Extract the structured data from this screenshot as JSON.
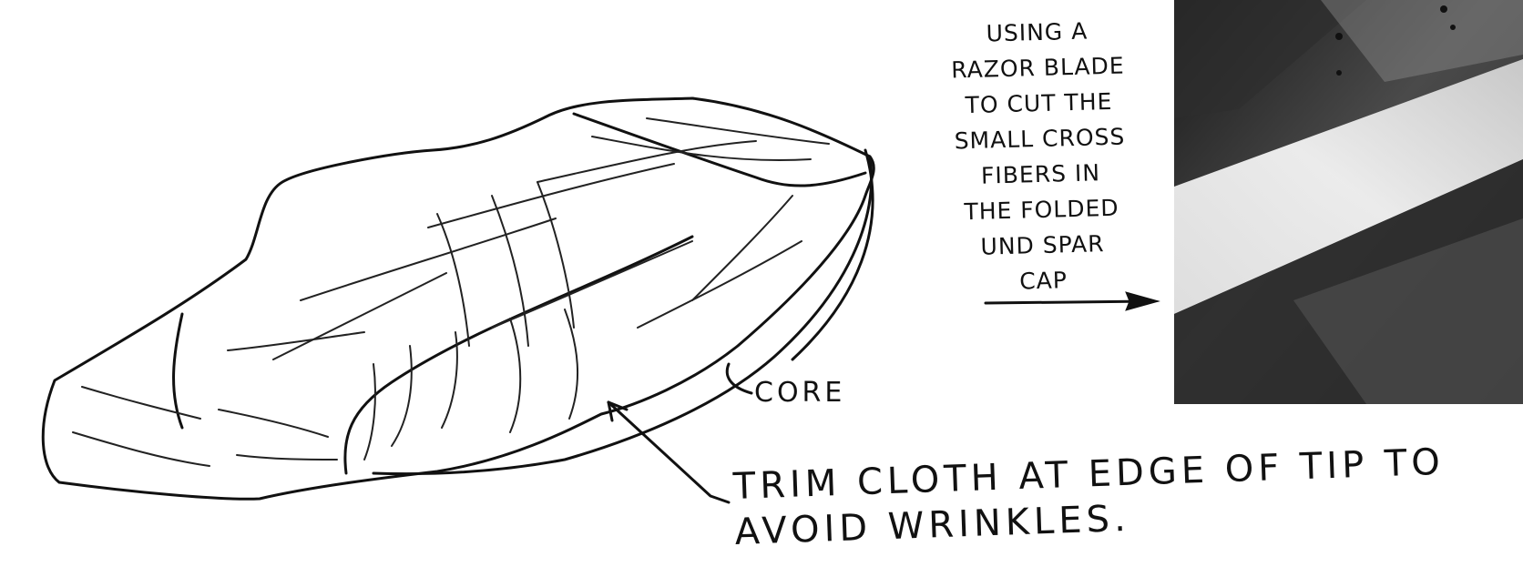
{
  "annotations": {
    "razor_note": [
      "USING A",
      "RAZOR BLADE",
      "TO CUT THE",
      "SMALL CROSS",
      "FIBERS IN",
      "THE FOLDED",
      "UND SPAR",
      "CAP"
    ],
    "core_label": "CORE",
    "trim_note": [
      "TRIM CLOTH AT EDGE OF TIP TO",
      "AVOID WRINKLES."
    ]
  },
  "colors": {
    "ink": "#111111",
    "paper": "#ffffff"
  }
}
